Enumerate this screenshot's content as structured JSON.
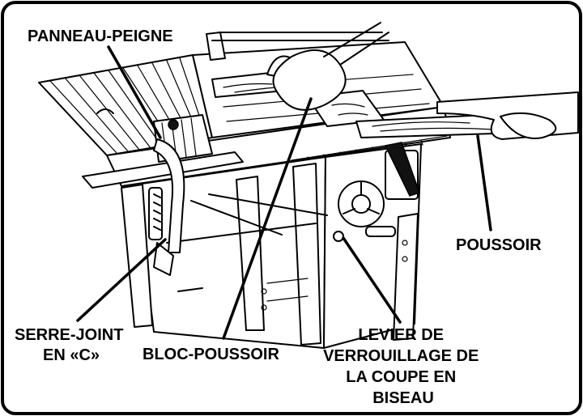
{
  "labels": {
    "featherboard": "PANNEAU-PEIGNE",
    "push_stick": "POUSSOIR",
    "c_clamp": [
      "SERRE-JOINT",
      "EN «C»"
    ],
    "push_block": "BLOC-POUSSOIR",
    "bevel_lock_lever": [
      "LEVIER DE",
      "VERROUILLAGE DE",
      "LA COUPE EN",
      "BISEAU"
    ]
  }
}
